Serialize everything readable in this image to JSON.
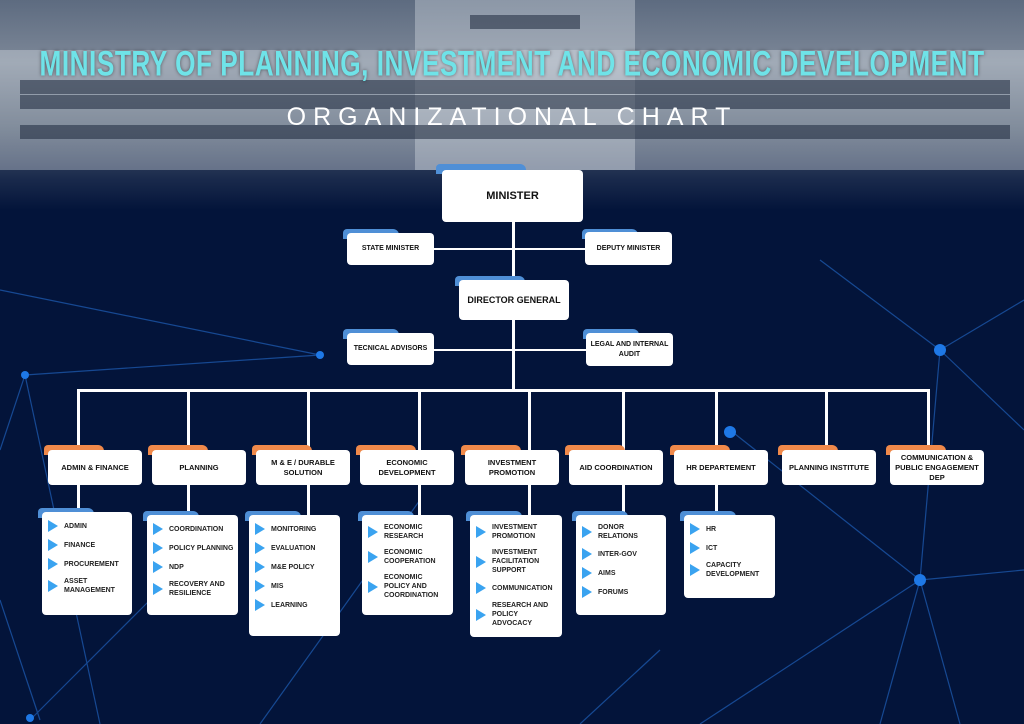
{
  "header": {
    "title": "MINISTRY OF PLANNING, INVESTMENT AND ECONOMIC DEVELOPMENT",
    "subtitle": "ORGANIZATIONAL CHART"
  },
  "colors": {
    "background": "#03143a",
    "title": "#6fe3e8",
    "tab_blue": "#4f8fd6",
    "tab_orange": "#f0894a",
    "bullet": "#3aa3f0"
  },
  "top": {
    "minister": "MINISTER",
    "state_minister": "STATE MINISTER",
    "deputy_minister": "DEPUTY MINISTER",
    "director_general": "DIRECTOR GENERAL",
    "technical_advisors": "TECNICAL ADVISORS",
    "legal_audit": "LEGAL AND INTERNAL AUDIT"
  },
  "departments": [
    {
      "name": "ADMIN & FINANCE",
      "units": [
        "ADMIN",
        "FINANCE",
        "PROCUREMENT",
        "ASSET MANAGEMENT"
      ]
    },
    {
      "name": "PLANNING",
      "units": [
        "COORDINATION",
        "POLICY PLANNING",
        "NDP",
        "RECOVERY AND RESILIENCE"
      ]
    },
    {
      "name": "M & E / DURABLE SOLUTION",
      "units": [
        "MONITORING",
        "EVALUATION",
        "M&E POLICY",
        "MIS",
        "LEARNING"
      ]
    },
    {
      "name": "ECONOMIC DEVELOPMENT",
      "units": [
        "ECONOMIC RESEARCH",
        "ECONOMIC COOPERATION",
        "ECONOMIC POLICY AND COORDINATION"
      ]
    },
    {
      "name": "INVESTMENT PROMOTION",
      "units": [
        "INVESTMENT PROMOTION",
        "INVESTMENT FACILITATION SUPPORT",
        "COMMUNICATION",
        "RESEARCH AND POLICY ADVOCACY"
      ]
    },
    {
      "name": "AID COORDINATION",
      "units": [
        "DONOR RELATIONS",
        "INTER-GOV",
        "AIMS",
        "FORUMS"
      ]
    },
    {
      "name": "HR DEPARTEMENT",
      "units": [
        "HR",
        "ICT",
        "CAPACITY DEVELOPMENT"
      ]
    },
    {
      "name": "PLANNING INSTITUTE",
      "units": []
    },
    {
      "name": "COMMUNICATION & PUBLIC ENGAGEMENT DEP",
      "units": []
    }
  ]
}
